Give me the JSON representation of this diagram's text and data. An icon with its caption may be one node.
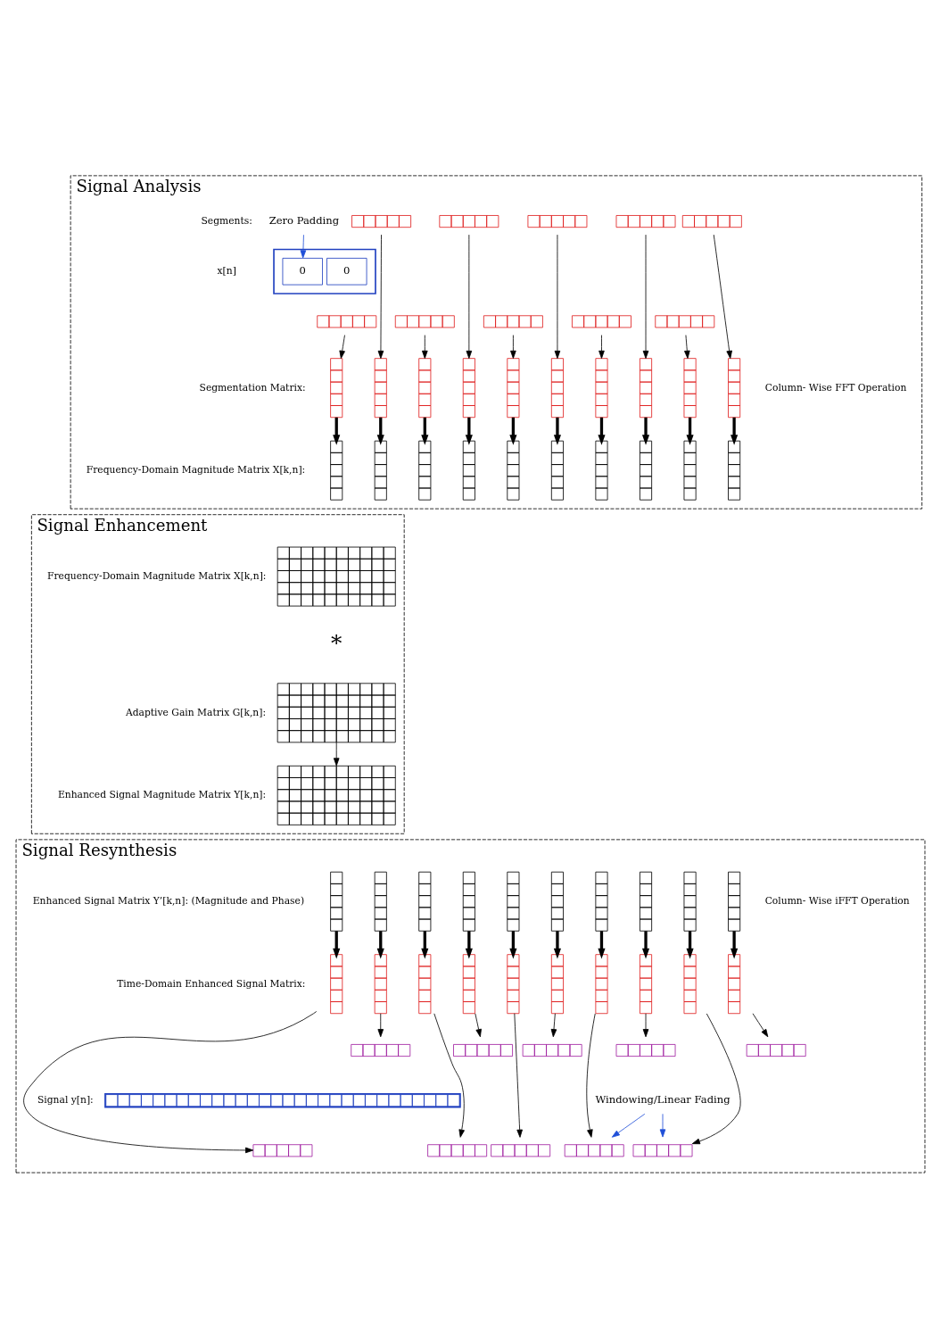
{
  "diagram": {
    "nodes": [
      {
        "text": [
          "Signal Analysis"
        ]
      },
      {
        "text": [],
        "shape": "box",
        "in": 0
      },
      {
        "text": [],
        "shape": "box",
        "in": 0
      },
      {
        "text": [],
        "shape": "box",
        "in": 0
      },
      {
        "text": [],
        "shape": "box",
        "in": 0
      },
      {
        "text": [],
        "shape": "box",
        "in": 0
      },
      {
        "text": [],
        "shape": "bar",
        "in": 0
      },
      {
        "text": [
          "0"
        ],
        "in": 6
      },
      {
        "text": [
          "0"
        ],
        "in": 6
      },
      {
        "text": [],
        "shape": "box",
        "in": 0
      },
      {
        "text": [],
        "shape": "box",
        "in": 0
      },
      {
        "text": [],
        "shape": "box",
        "in": 0
      },
      {
        "text": [],
        "shape": "box",
        "in": 0
      },
      {
        "text": [],
        "shape": "box",
        "in": 0
      },
      {
        "text": [
          "Zero Padding"
        ],
        "in": 0
      },
      {
        "text": [],
        "shape": "box",
        "in": 0
      },
      {
        "text": [],
        "shape": "box",
        "in": 0
      },
      {
        "text": [],
        "shape": "box",
        "in": 0
      },
      {
        "text": [],
        "shape": "box",
        "in": 0
      },
      {
        "text": [],
        "shape": "box",
        "in": 0
      },
      {
        "text": [],
        "shape": "box",
        "in": 0
      },
      {
        "text": [],
        "shape": "box",
        "in": 0
      },
      {
        "text": [],
        "shape": "box",
        "in": 0
      },
      {
        "text": [],
        "shape": "box",
        "in": 0
      },
      {
        "text": [],
        "shape": "box",
        "in": 0
      },
      {
        "text": [],
        "shape": "box",
        "in": 0
      },
      {
        "text": [],
        "shape": "box",
        "in": 0
      },
      {
        "text": [],
        "shape": "box",
        "in": 0
      },
      {
        "text": [],
        "shape": "box",
        "in": 0
      },
      {
        "text": [],
        "shape": "box",
        "in": 0
      },
      {
        "text": [],
        "shape": "box",
        "in": 0
      },
      {
        "text": [],
        "shape": "box",
        "in": 0
      },
      {
        "text": [],
        "shape": "box",
        "in": 0
      },
      {
        "text": [],
        "shape": "box",
        "in": 0
      },
      {
        "text": [],
        "shape": "box",
        "in": 0
      },
      {
        "text": [
          "Signal Enhancement"
        ]
      },
      {
        "text": [],
        "shape": "box",
        "in": 35
      },
      {
        "text": [],
        "shape": "box",
        "in": 35
      },
      {
        "text": [],
        "shape": "box",
        "in": 35
      },
      {
        "text": [
          "Signal Resynthesis"
        ]
      },
      {
        "text": [],
        "shape": "box",
        "in": 39
      },
      {
        "text": [],
        "shape": "box",
        "in": 39
      },
      {
        "text": [],
        "shape": "box",
        "in": 39
      },
      {
        "text": [],
        "shape": "box",
        "in": 39
      },
      {
        "text": [],
        "shape": "box",
        "in": 39
      },
      {
        "text": [],
        "shape": "box",
        "in": 39
      },
      {
        "text": [],
        "shape": "box",
        "in": 39
      },
      {
        "text": [],
        "shape": "box",
        "in": 39
      },
      {
        "text": [],
        "shape": "box",
        "in": 39
      },
      {
        "text": [],
        "shape": "box",
        "in": 39
      },
      {
        "text": [],
        "shape": "box",
        "in": 39
      },
      {
        "text": [],
        "shape": "box",
        "in": 39
      },
      {
        "text": [],
        "shape": "box",
        "in": 39
      },
      {
        "text": [],
        "shape": "box",
        "in": 39
      },
      {
        "text": [],
        "shape": "box",
        "in": 39
      },
      {
        "text": [],
        "shape": "box",
        "in": 39
      },
      {
        "text": [],
        "shape": "box",
        "in": 39
      },
      {
        "text": [],
        "shape": "box",
        "in": 39
      },
      {
        "text": [],
        "shape": "box",
        "in": 39
      },
      {
        "text": [],
        "shape": "box",
        "in": 39
      },
      {
        "text": [],
        "shape": "box",
        "in": 39
      },
      {
        "text": [],
        "shape": "box",
        "in": 39
      },
      {
        "text": [],
        "shape": "box",
        "in": 39
      },
      {
        "text": [],
        "shape": "box",
        "in": 39
      },
      {
        "text": [],
        "shape": "box",
        "in": 39
      },
      {
        "text": [],
        "shape": "bar",
        "in": 39
      },
      {
        "text": [],
        "shape": "box",
        "in": 39
      },
      {
        "text": [],
        "shape": "box",
        "in": 39
      },
      {
        "text": [],
        "shape": "box",
        "in": 39
      },
      {
        "text": [],
        "shape": "box",
        "in": 39
      },
      {
        "text": [],
        "shape": "box",
        "in": 39
      },
      {
        "text": [
          "Windowing/Linear Fading"
        ],
        "in": 39
      }
    ],
    "edges": [
      {
        "from": 9,
        "to": 15,
        "arrow": "to"
      },
      {
        "from": 1,
        "to": 16,
        "arrow": "to"
      },
      {
        "from": 10,
        "to": 17,
        "arrow": "to"
      },
      {
        "from": 2,
        "to": 18,
        "arrow": "to"
      },
      {
        "from": 11,
        "to": 19,
        "arrow": "to"
      },
      {
        "from": 3,
        "to": 20,
        "arrow": "to"
      },
      {
        "from": 12,
        "to": 21,
        "arrow": "to"
      },
      {
        "from": 4,
        "to": 22,
        "arrow": "to"
      },
      {
        "from": 13,
        "to": 23,
        "arrow": "to"
      },
      {
        "from": 5,
        "to": 24,
        "arrow": "to"
      },
      {
        "from": 14,
        "to": 8,
        "arrow": "to",
        "color": "#1f4fd8"
      },
      {
        "from": 15,
        "to": 25,
        "arrow": "to",
        "style": "thick"
      },
      {
        "from": 16,
        "to": 26,
        "arrow": "to",
        "style": "thick"
      },
      {
        "from": 17,
        "to": 27,
        "arrow": "to",
        "style": "thick"
      },
      {
        "from": 18,
        "to": 28,
        "arrow": "to",
        "style": "thick"
      },
      {
        "from": 19,
        "to": 29,
        "arrow": "to",
        "style": "thick"
      },
      {
        "from": 20,
        "to": 30,
        "arrow": "to",
        "style": "thick"
      },
      {
        "from": 21,
        "to": 31,
        "arrow": "to",
        "style": "thick"
      },
      {
        "from": 22,
        "to": 32,
        "arrow": "to",
        "style": "thick"
      },
      {
        "from": 23,
        "to": 33,
        "arrow": "to",
        "style": "thick"
      },
      {
        "from": 24,
        "to": 34,
        "arrow": "to",
        "style": "thick"
      },
      {
        "from": 37,
        "to": 38,
        "arrow": "to"
      },
      {
        "from": 40,
        "to": 50,
        "arrow": "to",
        "style": "thick"
      },
      {
        "from": 41,
        "to": 51,
        "arrow": "to",
        "style": "thick"
      },
      {
        "from": 42,
        "to": 52,
        "arrow": "to",
        "style": "thick"
      },
      {
        "from": 43,
        "to": 53,
        "arrow": "to",
        "style": "thick"
      },
      {
        "from": 44,
        "to": 54,
        "arrow": "to",
        "style": "thick"
      },
      {
        "from": 45,
        "to": 55,
        "arrow": "to",
        "style": "thick"
      },
      {
        "from": 46,
        "to": 56,
        "arrow": "to",
        "style": "thick"
      },
      {
        "from": 47,
        "to": 57,
        "arrow": "to",
        "style": "thick"
      },
      {
        "from": 48,
        "to": 58,
        "arrow": "to",
        "style": "thick"
      },
      {
        "from": 49,
        "to": 59,
        "arrow": "to",
        "style": "thick"
      },
      {
        "from": 50,
        "to": 66,
        "arrow": "to"
      },
      {
        "from": 51,
        "to": 60,
        "arrow": "to"
      },
      {
        "from": 52,
        "to": 67,
        "arrow": "to"
      },
      {
        "from": 53,
        "to": 61,
        "arrow": "to"
      },
      {
        "from": 54,
        "to": 68,
        "arrow": "to"
      },
      {
        "from": 55,
        "to": 62,
        "arrow": "to"
      },
      {
        "from": 56,
        "to": 69,
        "arrow": "to"
      },
      {
        "from": 57,
        "to": 63,
        "arrow": "to"
      },
      {
        "from": 58,
        "to": 70,
        "arrow": "to"
      },
      {
        "from": 59,
        "to": 64,
        "arrow": "to"
      },
      {
        "from": 71,
        "to": 69,
        "arrow": "to",
        "color": "#1f4fd8"
      },
      {
        "from": 71,
        "to": 70,
        "arrow": "to",
        "color": "#1f4fd8"
      }
    ],
    "labels": [
      "Segments:",
      "x[n]",
      "Segmentation Matrix:",
      "Column- Wise FFT Operation",
      "Frequency-Domain Magnitude Matrix X[k,n]:",
      "Frequency-Domain Magnitude Matrix X[k,n]:",
      "*",
      "Adaptive Gain Matrix G[k,n]:",
      "Enhanced Signal Magnitude Matrix Y[k,n]:",
      "Enhanced Signal Matrix Y’[k,n]: (Magnitude and Phase)",
      "Column- Wise iFFT Operation",
      "Time-Domain Enhanced Signal Matrix:",
      "Signal y[n]:"
    ]
  }
}
